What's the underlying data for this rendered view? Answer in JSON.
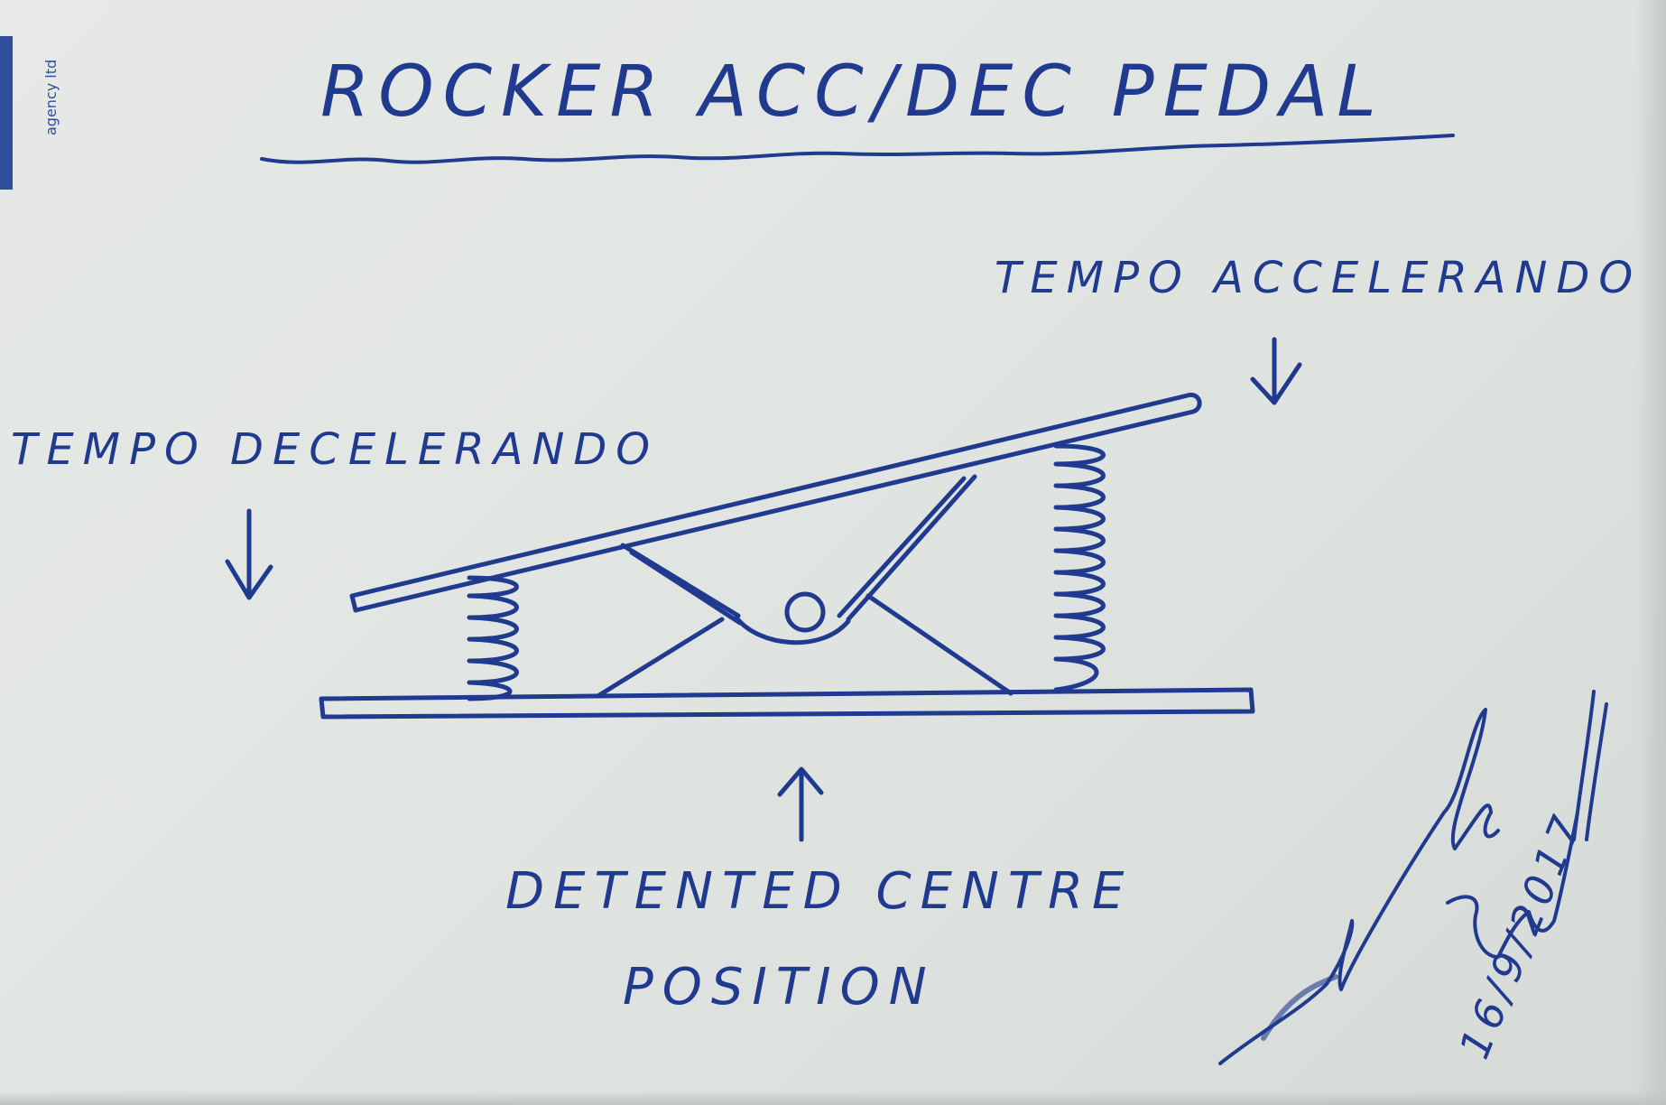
{
  "diagram": {
    "title": "ROCKER ACC/DEC PEDAL",
    "labels": {
      "accelerando": "TEMPO ACCELERANDO",
      "decelerando": "TEMPO DECELERANDO",
      "centre_line1": "DETENTED CENTRE",
      "centre_line2": "POSITION"
    },
    "signature": {
      "date": "16/9/2017"
    },
    "logo_fragment": {
      "text": "agency ltd"
    }
  },
  "colors": {
    "ink": "#1f3a8e",
    "paper": "#e3e7e4"
  }
}
